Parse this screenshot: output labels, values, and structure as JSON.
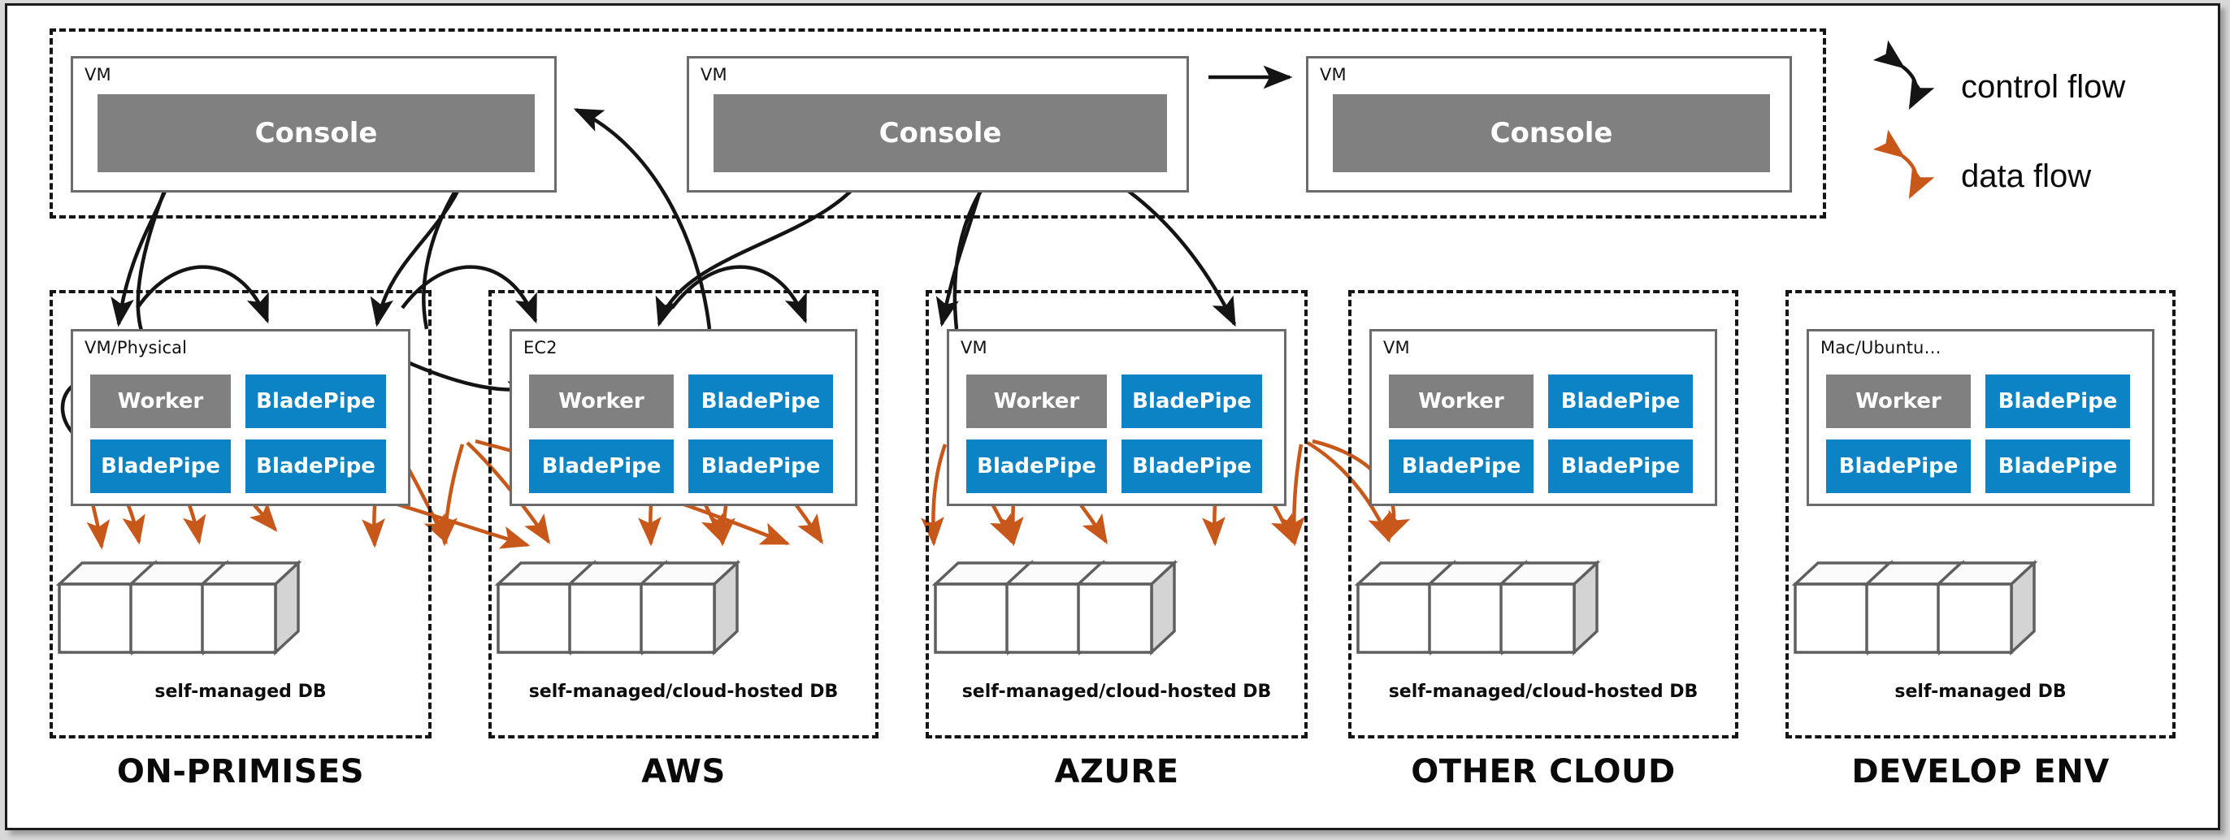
{
  "legend": {
    "items": [
      {
        "icon": "curved-double-arrow-black-icon",
        "label": "control flow",
        "color": "#141414"
      },
      {
        "icon": "curved-double-arrow-orange-icon",
        "label": "data flow",
        "color": "#c8571a"
      }
    ]
  },
  "palette": {
    "console_fill": "#808080",
    "worker_fill": "#808080",
    "bladepipe_fill": "#0b83c4",
    "control_flow": "#141414",
    "data_flow": "#c8571a",
    "vm_border": "#6b6b6b",
    "group_border": "#141414",
    "frame_border": "#1a1a1a",
    "page_background": "#d8d8d8",
    "cube_face": "#ffffff",
    "cube_side": "#d4d4d4"
  },
  "console_band": {
    "consoles": [
      {
        "vm_label": "VM",
        "node_label": "Console"
      },
      {
        "vm_label": "VM",
        "node_label": "Console"
      },
      {
        "vm_label": "VM",
        "node_label": "Console"
      }
    ]
  },
  "groups": [
    {
      "title": "ON-PRIMISES",
      "host_label": "VM/Physical",
      "db_caption": "self-managed DB",
      "nodes": [
        {
          "label": "Worker",
          "kind": "worker"
        },
        {
          "label": "BladePipe",
          "kind": "pipe"
        },
        {
          "label": "BladePipe",
          "kind": "pipe"
        },
        {
          "label": "BladePipe",
          "kind": "pipe"
        }
      ],
      "db_count": 3
    },
    {
      "title": "AWS",
      "host_label": "EC2",
      "db_caption": "self-managed/cloud-hosted DB",
      "nodes": [
        {
          "label": "Worker",
          "kind": "worker"
        },
        {
          "label": "BladePipe",
          "kind": "pipe"
        },
        {
          "label": "BladePipe",
          "kind": "pipe"
        },
        {
          "label": "BladePipe",
          "kind": "pipe"
        }
      ],
      "db_count": 3
    },
    {
      "title": "AZURE",
      "host_label": "VM",
      "db_caption": "self-managed/cloud-hosted DB",
      "nodes": [
        {
          "label": "Worker",
          "kind": "worker"
        },
        {
          "label": "BladePipe",
          "kind": "pipe"
        },
        {
          "label": "BladePipe",
          "kind": "pipe"
        },
        {
          "label": "BladePipe",
          "kind": "pipe"
        }
      ],
      "db_count": 3
    },
    {
      "title": "OTHER CLOUD",
      "host_label": "VM",
      "db_caption": "self-managed/cloud-hosted DB",
      "nodes": [
        {
          "label": "Worker",
          "kind": "worker"
        },
        {
          "label": "BladePipe",
          "kind": "pipe"
        },
        {
          "label": "BladePipe",
          "kind": "pipe"
        },
        {
          "label": "BladePipe",
          "kind": "pipe"
        }
      ],
      "db_count": 3
    },
    {
      "title": "DEVELOP ENV",
      "host_label": "Mac/Ubuntu…",
      "db_caption": "self-managed DB",
      "nodes": [
        {
          "label": "Worker",
          "kind": "worker"
        },
        {
          "label": "BladePipe",
          "kind": "pipe"
        },
        {
          "label": "BladePipe",
          "kind": "pipe"
        },
        {
          "label": "BladePipe",
          "kind": "pipe"
        }
      ],
      "db_count": 3
    }
  ]
}
